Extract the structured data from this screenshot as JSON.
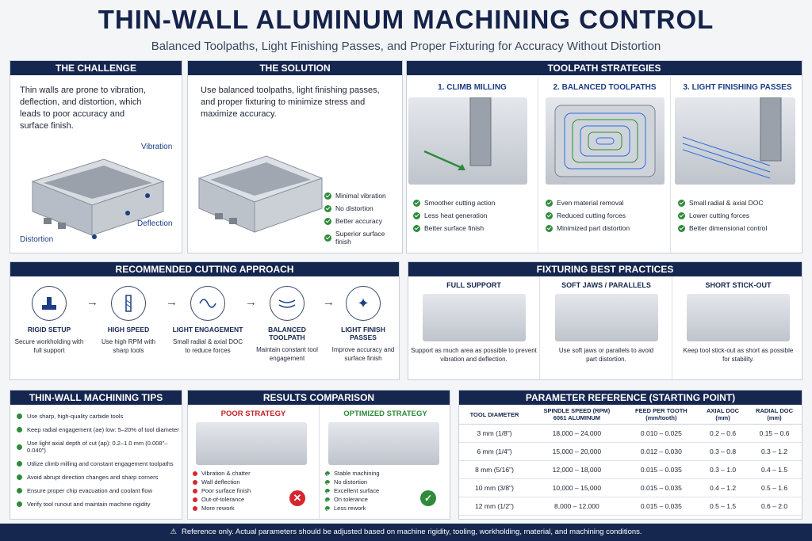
{
  "header": {
    "title": "THIN-WALL ALUMINUM MACHINING CONTROL",
    "subtitle": "Balanced Toolpaths, Light Finishing Passes, and Proper Fixturing for Accuracy Without Distortion"
  },
  "challenge": {
    "heading": "THE CHALLENGE",
    "text": "Thin walls are prone to vibration, deflection, and distortion, which leads to poor accuracy and surface finish.",
    "labels": [
      "Vibration",
      "Deflection",
      "Distortion"
    ]
  },
  "solution": {
    "heading": "THE SOLUTION",
    "text": "Use balanced toolpaths, light finishing passes, and proper fixturing to minimize stress and maximize accuracy.",
    "benefits": [
      "Minimal vibration",
      "No distortion",
      "Better accuracy",
      "Superior surface finish"
    ]
  },
  "toolpath": {
    "heading": "TOOLPATH STRATEGIES",
    "strategies": [
      {
        "title": "1. CLIMB MILLING",
        "points": [
          "Smoother cutting action",
          "Less heat generation",
          "Better surface finish"
        ]
      },
      {
        "title": "2. BALANCED TOOLPATHS",
        "points": [
          "Even material removal",
          "Reduced cutting forces",
          "Minimized part distortion"
        ]
      },
      {
        "title": "3. LIGHT FINISHING PASSES",
        "points": [
          "Small radial & axial DOC",
          "Lower cutting forces",
          "Better dimensional control"
        ]
      }
    ]
  },
  "approach": {
    "heading": "RECOMMENDED CUTTING APPROACH",
    "steps": [
      {
        "title": "RIGID SETUP",
        "desc": "Secure workholding with full support",
        "icon": "clamp-icon"
      },
      {
        "title": "HIGH SPEED",
        "desc": "Use high RPM with sharp tools",
        "icon": "endmill-icon"
      },
      {
        "title": "LIGHT ENGAGEMENT",
        "desc": "Small radial & axial DOC to reduce forces",
        "icon": "wave-icon"
      },
      {
        "title": "BALANCED TOOLPATH",
        "desc": "Maintain constant tool engagement",
        "icon": "toolpath-icon"
      },
      {
        "title": "LIGHT FINISH PASSES",
        "desc": "Improve accuracy and surface finish",
        "icon": "sparkle-icon"
      }
    ]
  },
  "fixturing": {
    "heading": "FIXTURING BEST PRACTICES",
    "items": [
      {
        "title": "FULL SUPPORT",
        "desc": "Support as much area as possible to prevent vibration and deflection."
      },
      {
        "title": "SOFT JAWS / PARALLELS",
        "desc": "Use soft jaws or parallels to avoid part distortion."
      },
      {
        "title": "SHORT STICK-OUT",
        "desc": "Keep tool stick-out as short as possible for stability."
      }
    ]
  },
  "tips": {
    "heading": "THIN-WALL MACHINING TIPS",
    "items": [
      "Use sharp, high-quality carbide tools",
      "Keep radial engagement (ae) low: 5–20% of tool diameter",
      "Use light axial depth of cut (ap): 0.2–1.0 mm (0.008\"–0.040\")",
      "Utilize climb milling and constant engagement toolpaths",
      "Avoid abrupt direction changes and sharp corners",
      "Ensure proper chip evacuation and coolant flow",
      "Verify tool runout and maintain machine rigidity"
    ]
  },
  "results": {
    "heading": "RESULTS COMPARISON",
    "poor": {
      "title": "POOR STRATEGY",
      "points": [
        "Vibration & chatter",
        "Wall deflection",
        "Poor surface finish",
        "Out-of-tolerance",
        "More rework"
      ]
    },
    "optimized": {
      "title": "OPTIMIZED STRATEGY",
      "points": [
        "Stable machining",
        "No distortion",
        "Excellent surface",
        "On tolerance",
        "Less rework"
      ]
    }
  },
  "params": {
    "heading": "PARAMETER REFERENCE (STARTING POINT)",
    "columns": [
      {
        "main": "TOOL DIAMETER",
        "sub": ""
      },
      {
        "main": "SPINDLE SPEED (RPM)",
        "sub": "6061 ALUMINUM"
      },
      {
        "main": "FEED PER TOOTH",
        "sub": "(mm/tooth)"
      },
      {
        "main": "AXIAL DOC",
        "sub": "(mm)"
      },
      {
        "main": "RADIAL DOC",
        "sub": "(mm)"
      }
    ],
    "rows": [
      [
        "3 mm (1/8\")",
        "18,000 – 24,000",
        "0.010 – 0.025",
        "0.2 – 0.6",
        "0.15 – 0.6"
      ],
      [
        "6 mm (1/4\")",
        "15,000 – 20,000",
        "0.012 – 0.030",
        "0.3 – 0.8",
        "0.3 – 1.2"
      ],
      [
        "8 mm (5/16\")",
        "12,000 – 18,000",
        "0.015 – 0.035",
        "0.3 – 1.0",
        "0.4 – 1.5"
      ],
      [
        "10 mm (3/8\")",
        "10,000 – 15,000",
        "0.015 – 0.035",
        "0.4 – 1.2",
        "0.5 – 1.6"
      ],
      [
        "12 mm (1/2\")",
        "8,000 – 12,000",
        "0.015 – 0.035",
        "0.5 – 1.5",
        "0.6 – 2.0"
      ]
    ]
  },
  "footer": {
    "text": "Reference only. Actual parameters should be adjusted based on machine rigidity, tooling, workholding, material, and machining conditions."
  }
}
